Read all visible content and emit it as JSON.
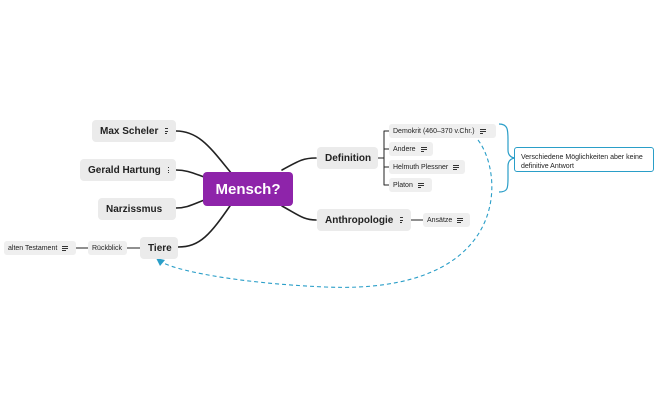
{
  "center": {
    "label": "Mensch?"
  },
  "left_topics": [
    {
      "label": "Max Scheler",
      "icon": "notes-icon"
    },
    {
      "label": "Gerald Hartung",
      "icon": "notes-icon"
    },
    {
      "label": "Narzissmus",
      "icon": "notes-icon"
    },
    {
      "label": "Tiere",
      "icon": ""
    }
  ],
  "tiere_children": [
    {
      "label": "Rückblick",
      "icon": ""
    },
    {
      "label": "alten Testament",
      "icon": "notes-icon"
    }
  ],
  "right_topics": [
    {
      "label": "Definition",
      "icon": ""
    },
    {
      "label": "Anthropologie",
      "icon": "notes-icon"
    }
  ],
  "definition_children": [
    {
      "label": "Demokrit (460–370 v.Chr.)",
      "icon": "notes-icon"
    },
    {
      "label": "Andere",
      "icon": "notes-icon"
    },
    {
      "label": "Helmuth Plessner",
      "icon": "notes-icon"
    },
    {
      "label": "Platon",
      "icon": "notes-icon"
    }
  ],
  "anthropologie_children": [
    {
      "label": "Ansätze",
      "icon": "notes-icon"
    }
  ],
  "summary": {
    "line1": "Verschiedene Möglichkeiten aber keine",
    "line2": "definitive Antwort"
  },
  "colors": {
    "center": "#8e24aa",
    "connector": "#222222",
    "relationship": "#2a9ec8",
    "node_bg": "#ebebeb"
  }
}
